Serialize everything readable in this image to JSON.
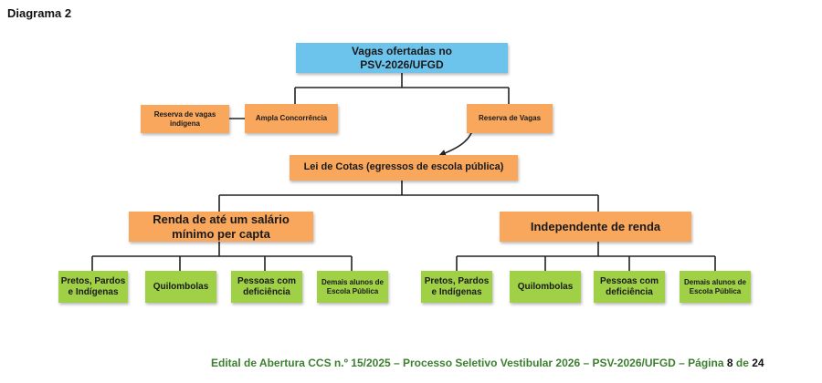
{
  "heading": "Diagrama 2",
  "root": {
    "line1": "Vagas ofertadas no",
    "line2": "PSV-2026/UFGD"
  },
  "level1": {
    "ampla": "Ampla Concorrência",
    "reserva_indigena": {
      "line1": "Reserva de vagas",
      "line2": "indígena"
    },
    "reserva": "Reserva de Vagas"
  },
  "lei_cotas": "Lei de Cotas (egressos de escola pública)",
  "renda_baixa": {
    "line1": "Renda de até um salário",
    "line2": "mínimo per capta"
  },
  "renda_independente": "Independente de renda",
  "left_groups": [
    {
      "line1": "Pretos, Pardos",
      "line2": "e Indígenas"
    },
    {
      "line1": "Quilombolas",
      "line2": ""
    },
    {
      "line1": "Pessoas com",
      "line2": "deficiência"
    },
    {
      "line1": "Demais alunos de",
      "line2": "Escola Pública"
    }
  ],
  "right_groups": [
    {
      "line1": "Pretos, Pardos",
      "line2": "e Indígenas"
    },
    {
      "line1": "Quilombolas",
      "line2": ""
    },
    {
      "line1": "Pessoas com",
      "line2": "deficiência"
    },
    {
      "line1": "Demais alunos de",
      "line2": "Escola Pública"
    }
  ],
  "footer": {
    "text": "Edital de Abertura CCS n.º 15/2025 – Processo Seletivo Vestibular 2026 – PSV-2026/UFGD – Página ",
    "page": "8",
    "of": " de ",
    "total": "24"
  },
  "colors": {
    "root": "#6cc3ec",
    "category": "#f8a75c",
    "group": "#9fd046",
    "footer": "#3c7f2f"
  }
}
